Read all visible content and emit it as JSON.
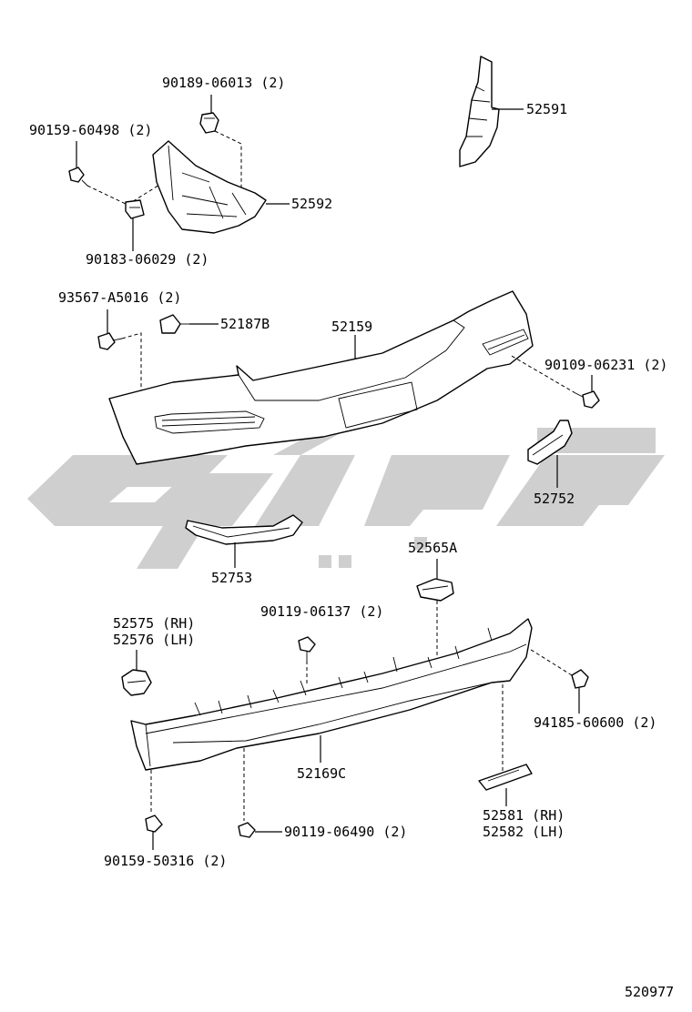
{
  "diagram_id": "520977",
  "parts": {
    "p52591": "52591",
    "p90189_06013": "90189-06013 (2)",
    "p90159_60498": "90159-60498 (2)",
    "p52592": "52592",
    "p90183_06029": "90183-06029 (2)",
    "p93567_A5016": "93567-A5016 (2)",
    "p52187B": "52187B",
    "p52159": "52159",
    "p90109_06231": "90109-06231 (2)",
    "p52752": "52752",
    "p52753": "52753",
    "p52565A": "52565A",
    "p52575": "52575 (RH)",
    "p52576": "52576 (LH)",
    "p90119_06137": "90119-06137 (2)",
    "p94185_60600": "94185-60600 (2)",
    "p52169C": "52169C",
    "p52581": "52581 (RH)",
    "p52582": "52582 (LH)",
    "p90119_06490": "90119-06490 (2)",
    "p90159_50316": "90159-50316 (2)"
  }
}
